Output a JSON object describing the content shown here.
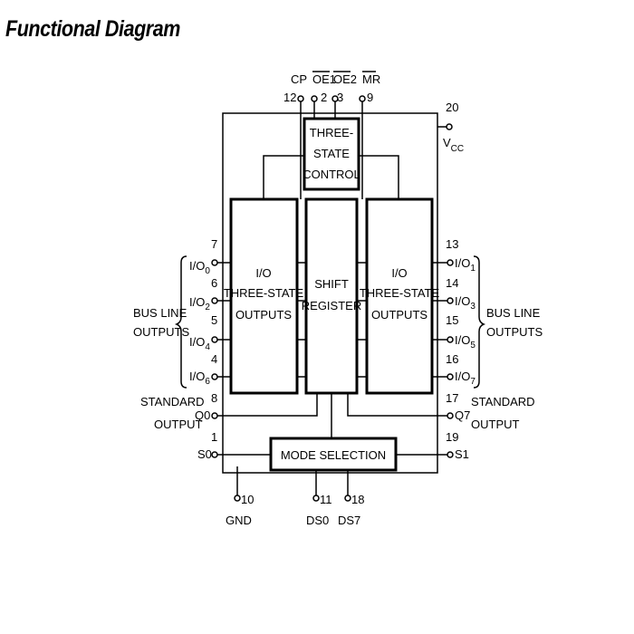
{
  "title": "Functional Diagram",
  "top_pins": [
    {
      "name": "CP",
      "number": "12",
      "overline": false
    },
    {
      "name": "OE1",
      "number": "2",
      "overline": true
    },
    {
      "name": "OE2",
      "number": "3",
      "overline": true
    },
    {
      "name": "MR",
      "number": "9",
      "overline": true
    }
  ],
  "vcc": {
    "number": "20",
    "name": "V",
    "sub": "CC"
  },
  "blocks": {
    "three_state_control": [
      "THREE-",
      "STATE",
      "CONTROL"
    ],
    "io_left": [
      "I/O",
      "THREE-STATE",
      "OUTPUTS"
    ],
    "shift_register": [
      "SHIFT",
      "REGISTER"
    ],
    "io_right": [
      "I/O",
      "THREE-STATE",
      "OUTPUTS"
    ],
    "mode_selection": "MODE SELECTION"
  },
  "left_pins": [
    {
      "number": "7",
      "name": "I/O",
      "sub": "0"
    },
    {
      "number": "6",
      "name": "I/O",
      "sub": "2"
    },
    {
      "number": "5",
      "name": "I/O",
      "sub": "4"
    },
    {
      "number": "4",
      "name": "I/O",
      "sub": "6"
    },
    {
      "number": "8",
      "name": "Q0",
      "sub": ""
    },
    {
      "number": "1",
      "name": "S0",
      "sub": ""
    }
  ],
  "right_pins": [
    {
      "number": "13",
      "name": "I/O",
      "sub": "1"
    },
    {
      "number": "14",
      "name": "I/O",
      "sub": "3"
    },
    {
      "number": "15",
      "name": "I/O",
      "sub": "5"
    },
    {
      "number": "16",
      "name": "I/O",
      "sub": "7"
    },
    {
      "number": "17",
      "name": "Q7",
      "sub": ""
    },
    {
      "number": "19",
      "name": "S1",
      "sub": ""
    }
  ],
  "bottom_pins": [
    {
      "number": "10",
      "name": "GND"
    },
    {
      "number": "11",
      "name": "DS0"
    },
    {
      "number": "18",
      "name": "DS7"
    }
  ],
  "group_labels": {
    "bus_left": [
      "BUS LINE",
      "OUTPUTS"
    ],
    "bus_right": [
      "BUS LINE",
      "OUTPUTS"
    ],
    "std_left": [
      "STANDARD",
      "OUTPUT"
    ],
    "std_right": [
      "STANDARD",
      "OUTPUT"
    ]
  }
}
